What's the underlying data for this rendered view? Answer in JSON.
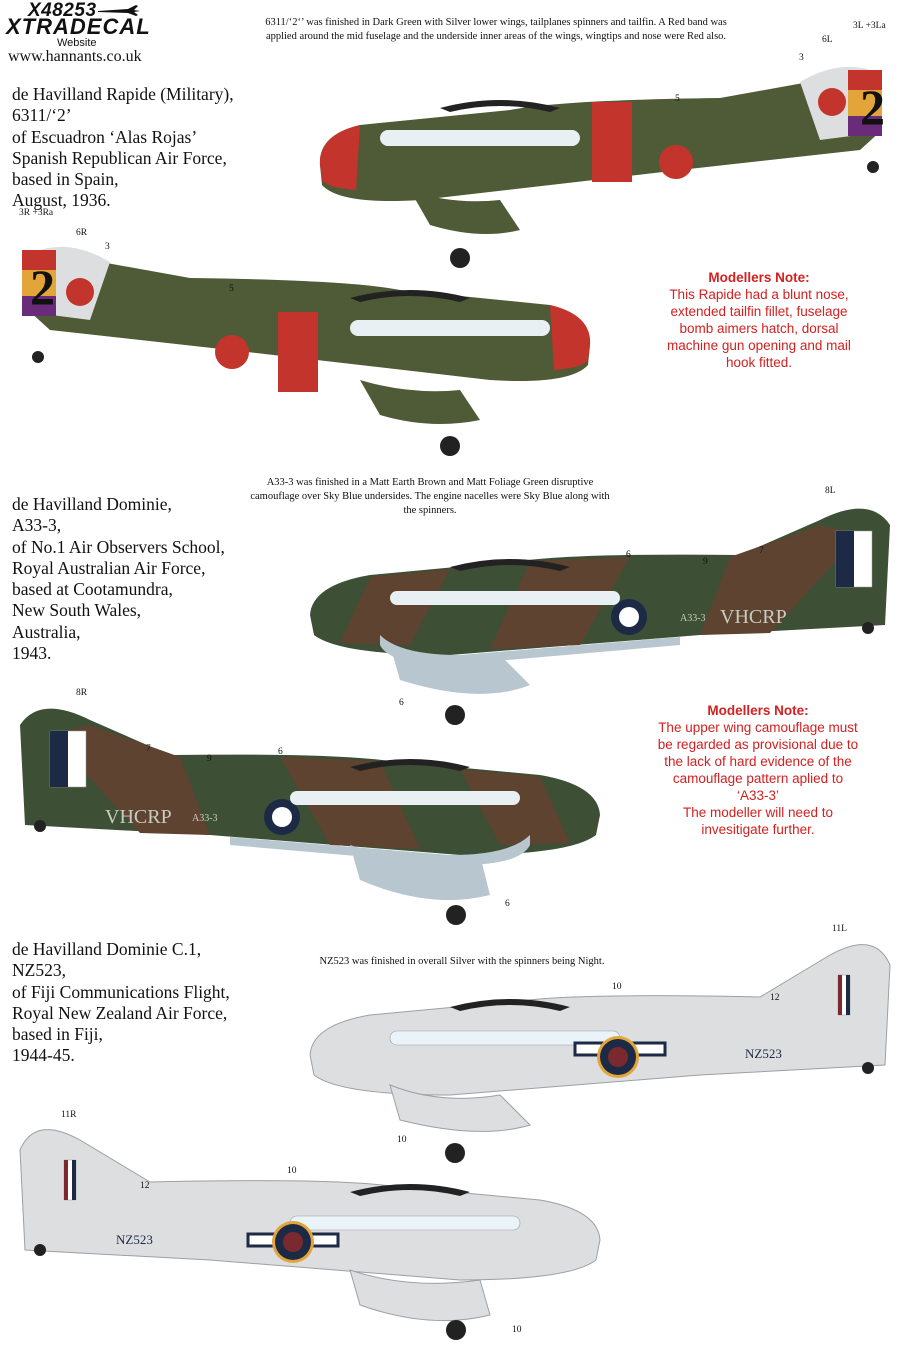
{
  "header": {
    "code": "X48253",
    "brand": "XTRADECAL",
    "website_label": "Website",
    "website_url": "www.hannants.co.uk"
  },
  "sections": [
    {
      "title_lines": [
        "de Havilland Rapide (Military),",
        "6311/‘2’",
        "of Escuadron ‘Alas Rojas’",
        "Spanish Republican Air Force,",
        "based in Spain,",
        "August, 1936."
      ],
      "description": "6311/‘2‘’ was finished in Dark Green with Silver lower wings, tailplanes spinners and tailfin. A Red band was applied around the mid fuselage and the underside inner areas of the wings, wingtips and nose were Red also.",
      "note_title": "Modellers Note:",
      "note_lines": [
        "This Rapide had a blunt nose,",
        "extended tailfin fillet, fuselage",
        "bomb aimers hatch, dorsal",
        "machine gun opening and mail",
        "hook fitted."
      ],
      "top_callouts": [
        "3L +3La",
        "6L",
        "3",
        "5"
      ],
      "bottom_callouts": [
        "3R +3Ra",
        "6R",
        "3",
        "5"
      ],
      "fin_numeral": "2"
    },
    {
      "title_lines": [
        "de Havilland Dominie,",
        "A33-3,",
        "of No.1 Air Observers School,",
        "Royal Australian Air Force,",
        "based at Cootamundra,",
        "New South Wales,",
        "Australia,",
        "1943."
      ],
      "description": "A33-3 was finished in a Matt Earth Brown and Matt Foliage Green disruptive camouflage over Sky Blue undersides. The engine nacelles were Sky Blue along with the spinners.",
      "note_title": "Modellers Note:",
      "note_lines": [
        "The upper wing camouflage must",
        "be regarded as provisional due to",
        "the lack of hard evidence of the",
        "camouflage pattern aplied to",
        "‘A33-3’",
        "The modeller will need to",
        "invesitigate further."
      ],
      "top_callouts": [
        "8L",
        "6",
        "9",
        "7",
        "6"
      ],
      "bottom_callouts": [
        "8R",
        "7",
        "9",
        "6",
        "6"
      ],
      "registration": "VHCRP",
      "serial": "A33-3"
    },
    {
      "title_lines": [
        "de Havilland Dominie C.1,",
        "NZ523,",
        "of Fiji Communications Flight,",
        "Royal New Zealand Air Force,",
        "based in Fiji,",
        "1944-45."
      ],
      "description": "NZ523 was finished in overall Silver with the spinners being Night.",
      "top_callouts": [
        "11L",
        "10",
        "12",
        "10"
      ],
      "bottom_callouts": [
        "11R",
        "12",
        "10",
        "10"
      ],
      "serial": "NZ523"
    }
  ],
  "colors": {
    "dark_green": "#4f5a36",
    "red": "#c3342d",
    "earth_brown": "#5e4330",
    "foliage_green": "#3d4f35",
    "sky_blue": "#b7c6cf",
    "silver": "#dcdee0",
    "roundel_blue": "#1c2a45",
    "roundel_red": "#7a2a2e",
    "note_red": "#d42020"
  }
}
